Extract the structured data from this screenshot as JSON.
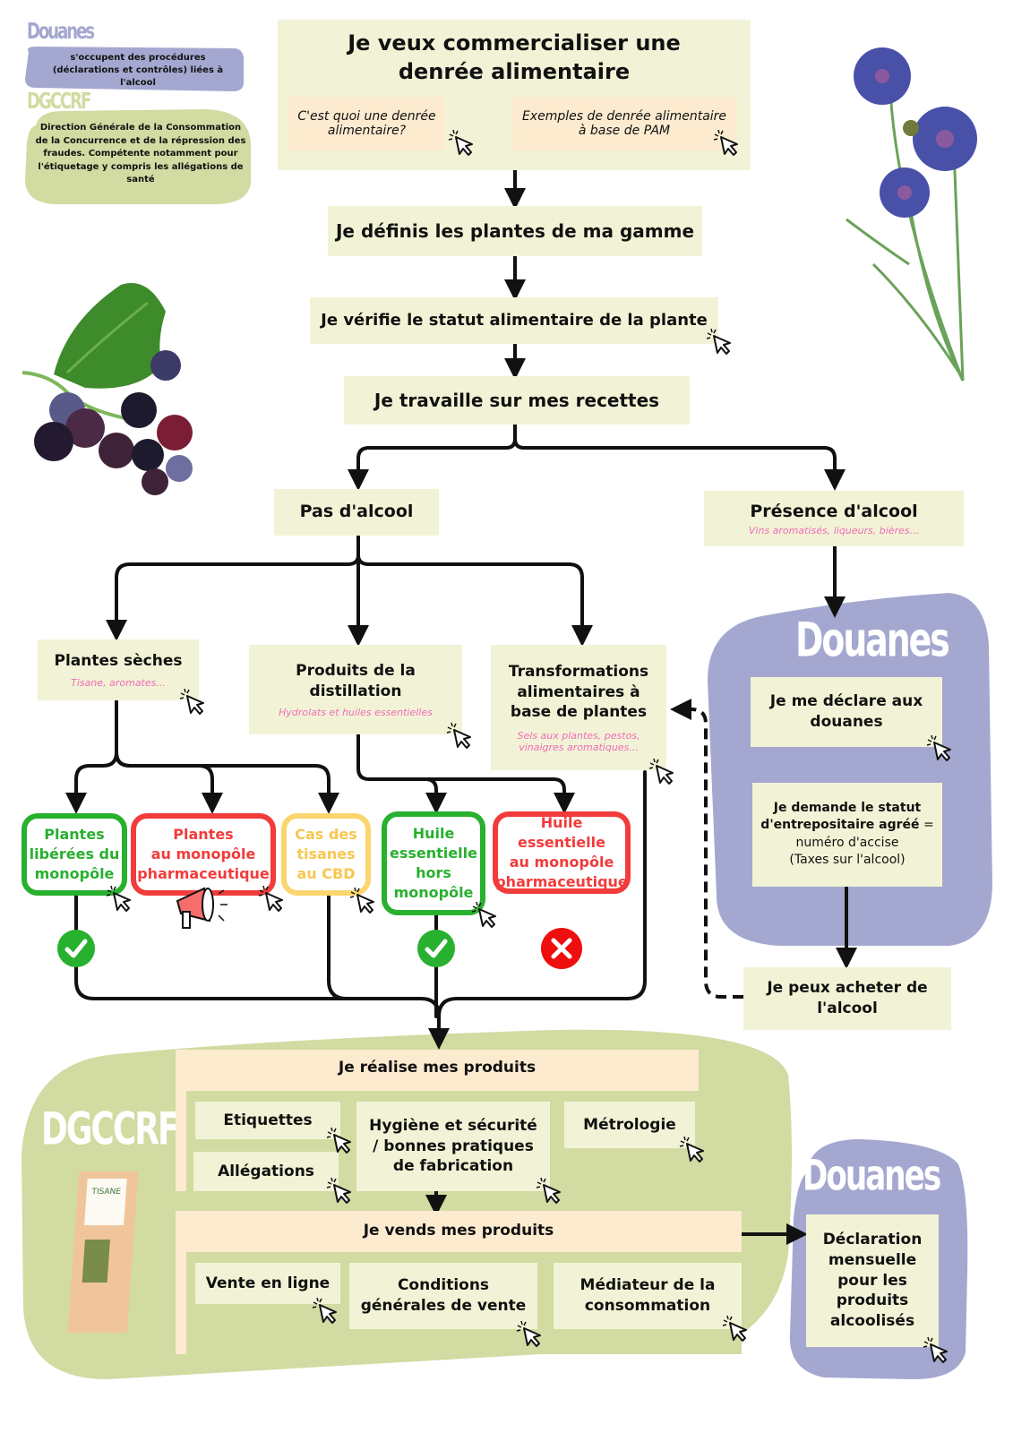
{
  "legend": {
    "douanes": {
      "title": "Douanes",
      "description": "s'occupent des procédures (déclarations et contrôles) liées à l'alcool",
      "color": "#a4a8d0"
    },
    "dgccrf": {
      "title": "DGCCRF",
      "description": "Direction Générale de la Consommation de la Concurrence et de la répression des fraudes. Compétente notamment pour l'étiquetage y compris les allégations de santé",
      "color": "#d1dba2"
    }
  },
  "top": {
    "title_line1": "Je veux commercialiser une",
    "title_line2": "denrée alimentaire",
    "link_left_line1": "C'est quoi une denrée",
    "link_left_line2": "alimentaire?",
    "link_right_line1": "Exemples de denrée alimentaire",
    "link_right_line2": "à base de PAM"
  },
  "steps": {
    "define_plants": "Je définis les plantes de ma gamme",
    "check_status": "Je vérifie le statut alimentaire de la plante",
    "recipes": "Je travaille sur mes recettes"
  },
  "branches": {
    "no_alcohol": "Pas d'alcool",
    "alcohol": {
      "title": "Présence d'alcool",
      "subtitle": "Vins aromatisés, liqueurs, bières..."
    }
  },
  "categories": {
    "dried": {
      "title": "Plantes sèches",
      "subtitle": "Tisane, aromates..."
    },
    "distillation": {
      "title_line1": "Produits de la",
      "title_line2": "distillation",
      "subtitle": "Hydrolats et huiles essentielles"
    },
    "transformations": {
      "title_line1": "Transformations",
      "title_line2": "alimentaires à",
      "title_line3": "base de plantes",
      "subtitle_line1": "Sels aux plantes, pestos,",
      "subtitle_line2": "vinaigres aromatiques..."
    }
  },
  "statuses": [
    {
      "lines": [
        "Plantes",
        "libérées du",
        "monopôle"
      ],
      "kind": "allowed",
      "verdict": "check-icon"
    },
    {
      "lines": [
        "Plantes",
        "au monopôle",
        "pharmaceutique"
      ],
      "kind": "forbidden",
      "verdict": "megaphone-icon"
    },
    {
      "lines": [
        "Cas des",
        "tisanes",
        "au CBD"
      ],
      "kind": "caution"
    },
    {
      "lines": [
        "Huile",
        "essentielle",
        "hors",
        "monopôle"
      ],
      "kind": "allowed",
      "verdict": "check-icon"
    },
    {
      "lines": [
        "Huile essentielle",
        "au monopôle",
        "pharmaceutique"
      ],
      "kind": "forbidden",
      "verdict": "cross-icon"
    }
  ],
  "douanes_panel": {
    "title": "Douanes",
    "declare": {
      "line1": "Je me déclare aux",
      "line2": "douanes"
    },
    "status_request": {
      "line1": "Je demande le statut",
      "line2_bold": "d'entrepositaire agréé",
      "line2_rest": " =",
      "line3": "numéro d'accise",
      "line4": "(Taxes sur l'alcool)"
    },
    "buy_alcohol": {
      "line1": "Je peux acheter de",
      "line2": "l'alcool"
    }
  },
  "dgccrf_panel": {
    "title": "DGCCRF",
    "bag_label": "TISANE",
    "make": {
      "title": "Je réalise mes produits",
      "items": {
        "labels": "Etiquettes",
        "claims": "Allégations",
        "hygiene_line1": "Hygiène et sécurité",
        "hygiene_line2": "/ bonnes pratiques",
        "hygiene_line3": "de fabrication",
        "metrology": "Métrologie"
      }
    },
    "sell": {
      "title": "Je vends mes produits",
      "items": {
        "online": "Vente en ligne",
        "cgv_line1": "Conditions",
        "cgv_line2": "générales de vente",
        "mediator_line1": "Médiateur de la",
        "mediator_line2": "consommation"
      }
    }
  },
  "douanes_bottom": {
    "title": "Douanes",
    "lines": [
      "Déclaration",
      "mensuelle",
      "pour les",
      "produits",
      "alcoolisés"
    ]
  },
  "colors": {
    "box": "#f2f3d6",
    "peach": "#fdebd0",
    "douanes": "#a4a8d0",
    "dgccrf": "#d1dba2",
    "green": "#28b02f",
    "red": "#f23b3b",
    "yellow": "#fbd56e",
    "pink_subtitle": "#f06bb8"
  }
}
